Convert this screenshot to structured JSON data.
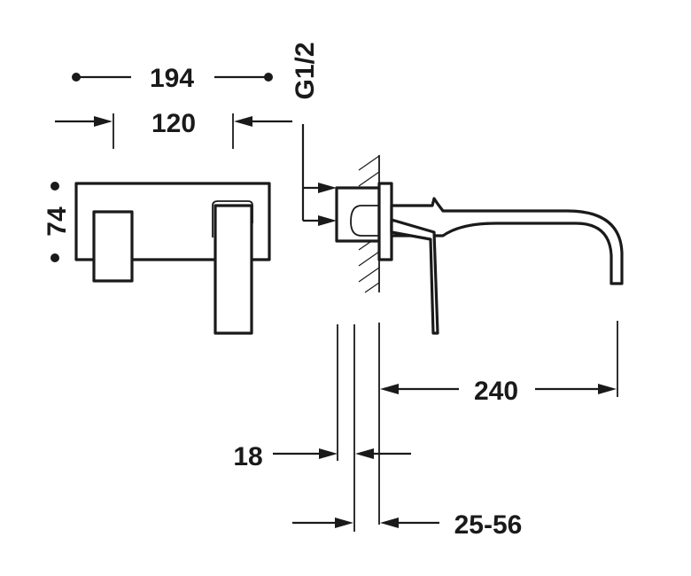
{
  "diagram": {
    "type": "technical-drawing",
    "subject": "wall-mounted basin mixer with spout",
    "dimensions": {
      "overall_width": "194",
      "centers_width": "120",
      "plate_height": "74",
      "connection": "G1/2",
      "spout_projection": "240",
      "plate_depth": "18",
      "wall_depth_range": "25-56"
    },
    "colors": {
      "ink": "#1a1a1a",
      "background": "#ffffff"
    }
  }
}
